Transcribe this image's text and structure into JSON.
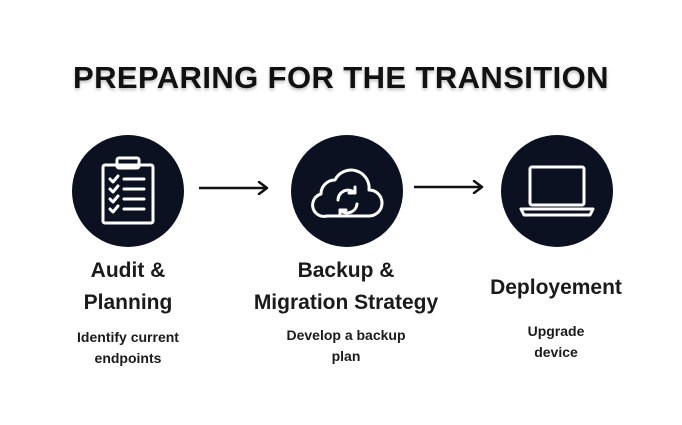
{
  "title": "PREPARING FOR THE TRANSITION",
  "steps": [
    {
      "icon": "clipboard-checklist-icon",
      "title_line1": "Audit &",
      "title_line2": "Planning",
      "desc_line1": "Identify current",
      "desc_line2": "endpoints"
    },
    {
      "icon": "cloud-sync-icon",
      "title_line1": "Backup &",
      "title_line2": "Migration Strategy",
      "desc_line1": "Develop a backup",
      "desc_line2": "plan"
    },
    {
      "icon": "laptop-icon",
      "title_line1": "Deployement",
      "desc_line1": "Upgrade",
      "desc_line2": "device"
    }
  ],
  "colors": {
    "circle": "#0b1120",
    "text": "#1a1a1a",
    "icon": "#ffffff"
  }
}
